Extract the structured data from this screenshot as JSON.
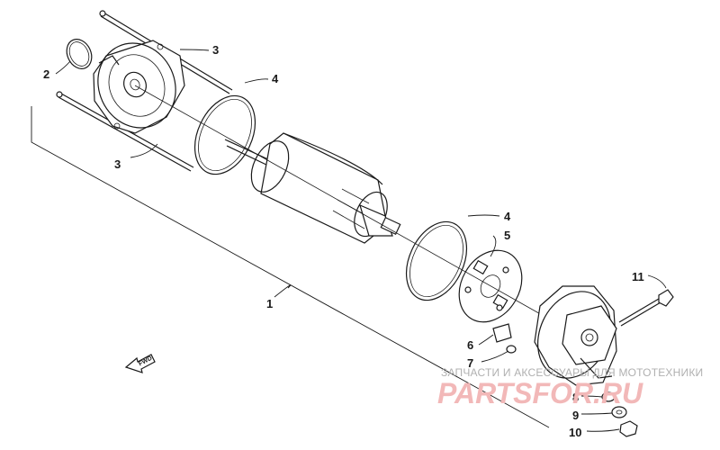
{
  "callouts": {
    "c1": "1",
    "c2": "2",
    "c3a": "3",
    "c3b": "3",
    "c4a": "4",
    "c4b": "4",
    "c5": "5",
    "c6": "6",
    "c7": "7",
    "c8": "8",
    "c9": "9",
    "c10": "10",
    "c11": "11"
  },
  "direction_marker": "FWD",
  "watermark": {
    "tagline": "ЗАПЧАСТИ И АКСЕССУАРЫ ДЛЯ МОТОТЕХНИКИ",
    "logo": "PARTSFOR.RU",
    "logo_color": "#f2b8b8"
  }
}
